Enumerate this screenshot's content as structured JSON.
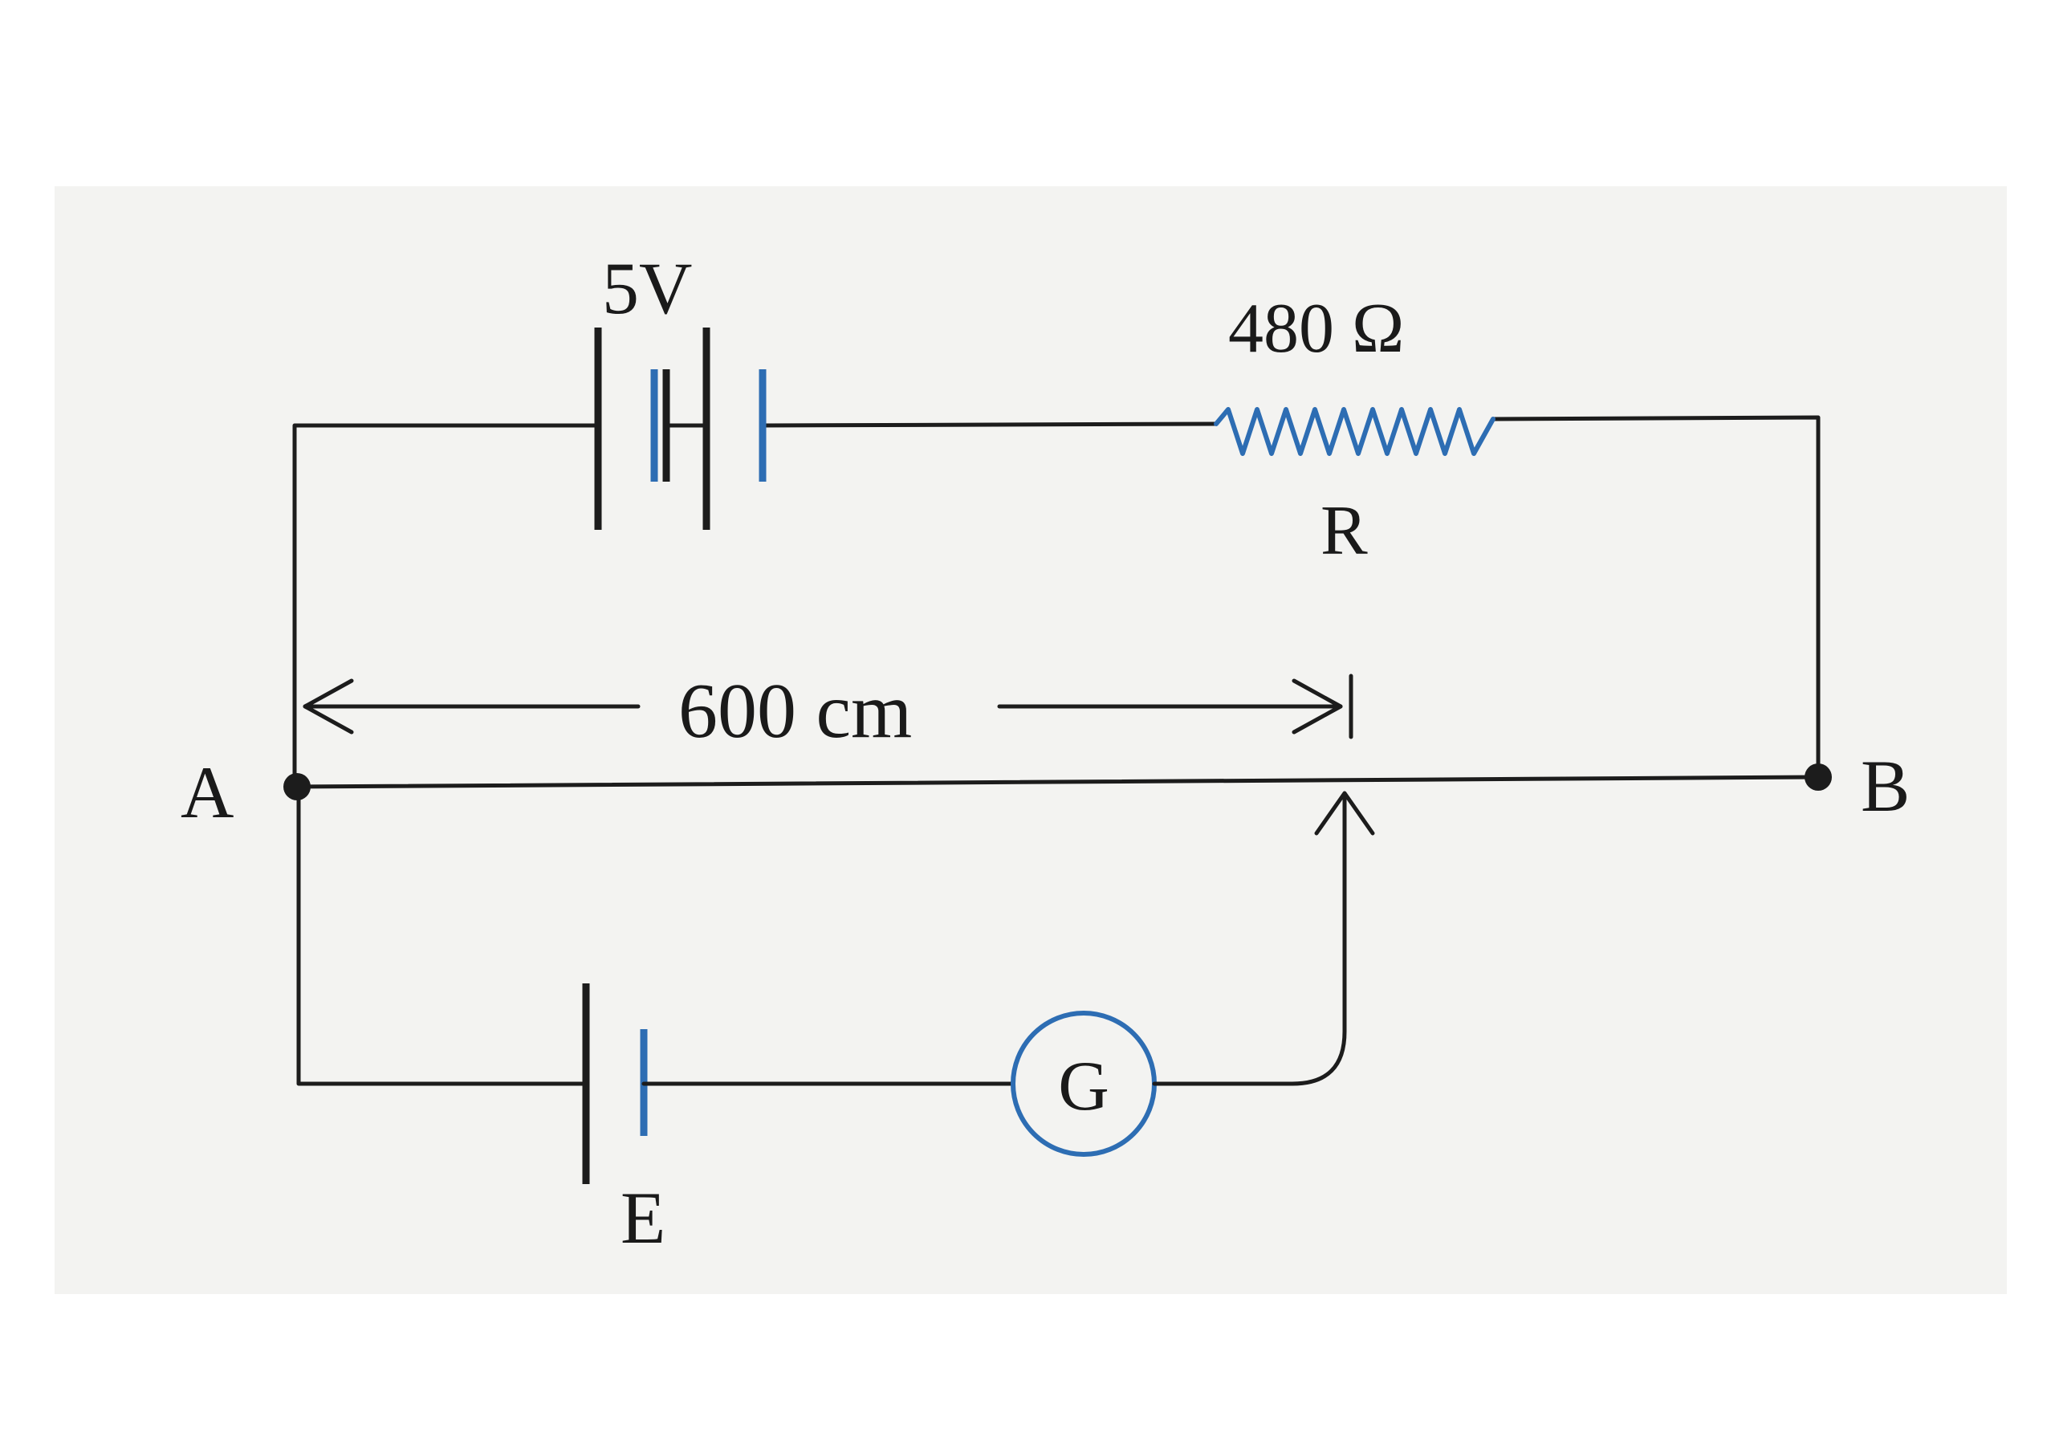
{
  "diagram": {
    "battery_label": "5V",
    "resistance_label": "480 Ω",
    "resistor_label": "R",
    "length_label": "600 cm",
    "node_a_label": "A",
    "node_b_label": "B",
    "cell_label": "E",
    "galvanometer_label": "G"
  },
  "colors": {
    "wire": "#1c1c1c",
    "component_accent": "#2d6db3",
    "background": "#f3f3f1"
  }
}
